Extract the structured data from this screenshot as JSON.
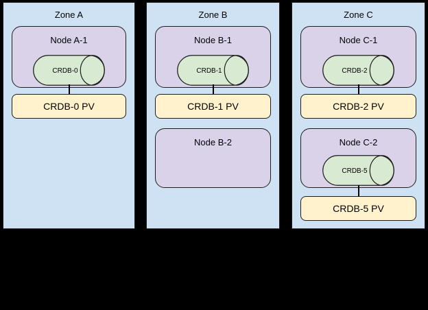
{
  "colors": {
    "zone_fill": "#cfe2f3",
    "node_fill": "#d9d2e9",
    "db_fill": "#d9ead3",
    "pv_fill": "#fff2cc",
    "border": "#1c1c1c",
    "page_bg": "#000000"
  },
  "zones": [
    {
      "label": "Zone A",
      "groups": [
        {
          "node_label": "Node A-1",
          "db_label": "CRDB-0",
          "pv_label": "CRDB-0 PV"
        }
      ]
    },
    {
      "label": "Zone B",
      "groups": [
        {
          "node_label": "Node B-1",
          "db_label": "CRDB-1",
          "pv_label": "CRDB-1 PV"
        },
        {
          "node_label": "Node B-2"
        }
      ]
    },
    {
      "label": "Zone C",
      "groups": [
        {
          "node_label": "Node C-1",
          "db_label": "CRDB-2",
          "pv_label": "CRDB-2 PV"
        },
        {
          "node_label": "Node C-2",
          "db_label": "CRDB-5",
          "pv_label": "CRDB-5 PV"
        }
      ]
    }
  ]
}
